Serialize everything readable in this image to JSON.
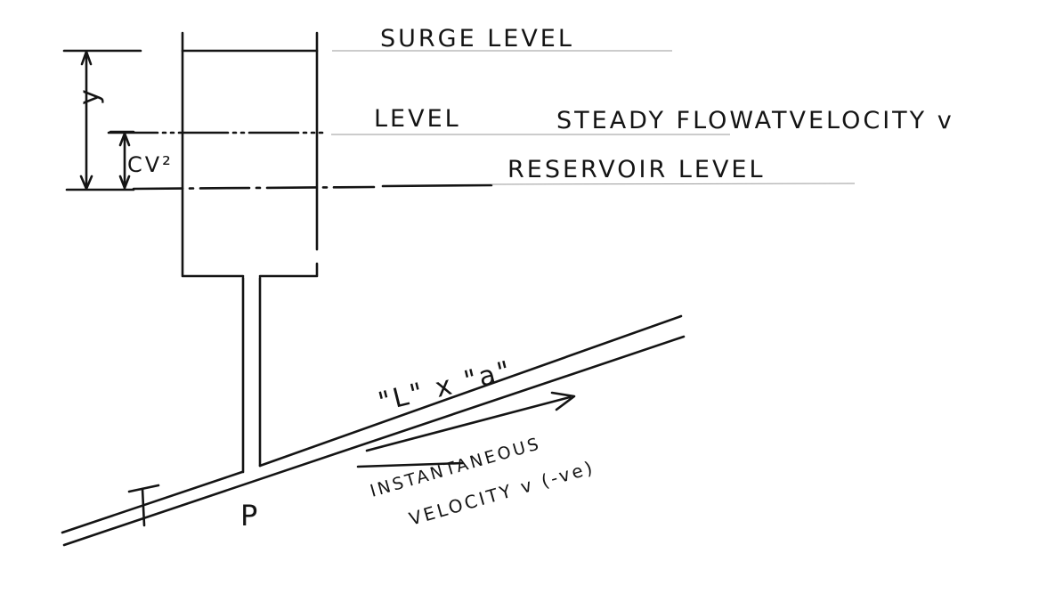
{
  "labels": {
    "surge_level": "SURGE LEVEL",
    "level": "LEVEL",
    "steady_flow": "STEADY FLOWATVELOCITY v",
    "reservoir_level": "RESERVOIR LEVEL",
    "y": "y",
    "cv2": "CV²",
    "L_x_a": "\"L\" x \"a\"",
    "instantaneous": "INSTANTANEOUS",
    "velocity": "VELOCITY v (-ve)",
    "P": "P",
    "T": "T"
  }
}
